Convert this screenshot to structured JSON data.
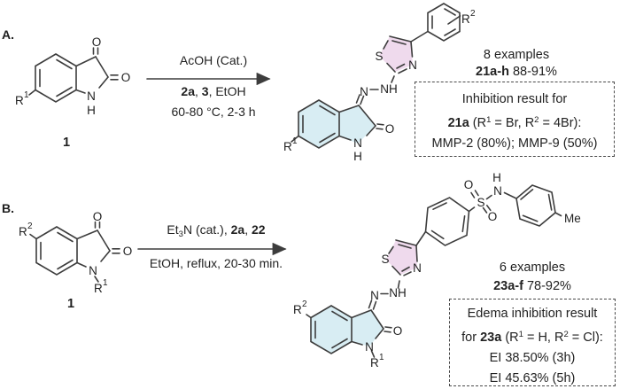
{
  "figure": {
    "colors": {
      "bond": "#3d3d3d",
      "text": "#1f1f1f",
      "thiazole_fill": "#efdaed",
      "oxindole_fill": "#d8edf3",
      "box_border": "#4a4a4a"
    },
    "atoms": {
      "o": "O",
      "n": "N",
      "nh": "NH",
      "s": "S",
      "h": "H",
      "me": "Me",
      "r": "R",
      "sup1": "1",
      "sup2": "2"
    },
    "scheme_a": {
      "label": "A.",
      "reactant_number": "1",
      "conditions": {
        "above": "AcOH (Cat.)",
        "line2_bold1": "2a",
        "line2_sep": ", ",
        "line2_bold2": "3",
        "line2_rest": ", EtOH",
        "line3": "60-80 °C, 2-3 h"
      },
      "results": {
        "examples": "8 examples",
        "series": "21a-h",
        "yields": " 88-91%"
      },
      "box": {
        "line1": "Inhibition result for",
        "line2_bold": "21a",
        "line2_a": " (R",
        "line2_sup1": "1",
        "line2_b": " = Br, R",
        "line2_sup2": "2",
        "line2_c": " = 4Br):",
        "line3": "MMP-2 (80%); MMP-9 (50%)"
      }
    },
    "scheme_b": {
      "label": "B.",
      "reactant_number": "1",
      "conditions": {
        "above_pre": "Et",
        "above_sub": "3",
        "above_mid": "N (cat.), ",
        "above_bold1": "2a",
        "above_sep": ", ",
        "above_bold2": "22",
        "line2": "EtOH, reflux, 20-30 min."
      },
      "results": {
        "examples": "6 examples",
        "series": "23a-f",
        "yields": " 78-92%"
      },
      "box": {
        "line1": "Edema inhibition result",
        "line2_pre": "for ",
        "line2_bold": "23a",
        "line2_a": " (R",
        "line2_sup1": "1",
        "line2_b": " = H, R",
        "line2_sup2": "2",
        "line2_c": " = Cl):",
        "line3": "EI 38.50% (3h)",
        "line4": "EI 45.63% (5h)"
      }
    }
  }
}
